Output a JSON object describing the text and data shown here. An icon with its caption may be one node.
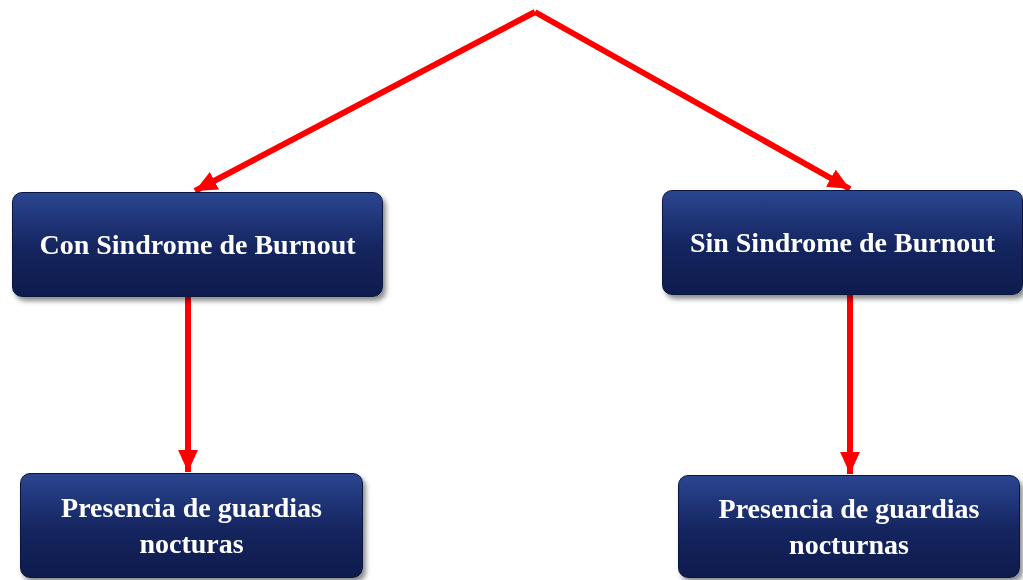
{
  "diagram": {
    "nodes": [
      {
        "text": [
          "Con Sindrome de Burnout"
        ]
      },
      {
        "text": [
          "Sin Sindrome de Burnout"
        ]
      },
      {
        "text": [
          "Presencia de guardias nocturas"
        ]
      },
      {
        "text": [
          "Presencia de guardias nocturnas"
        ]
      }
    ],
    "edges": [
      {
        "from": null,
        "to": 0,
        "arrow": "to"
      },
      {
        "from": null,
        "to": 1,
        "arrow": "to"
      },
      {
        "from": 0,
        "to": 2,
        "arrow": "to"
      },
      {
        "from": 1,
        "to": 3,
        "arrow": "to"
      }
    ]
  }
}
